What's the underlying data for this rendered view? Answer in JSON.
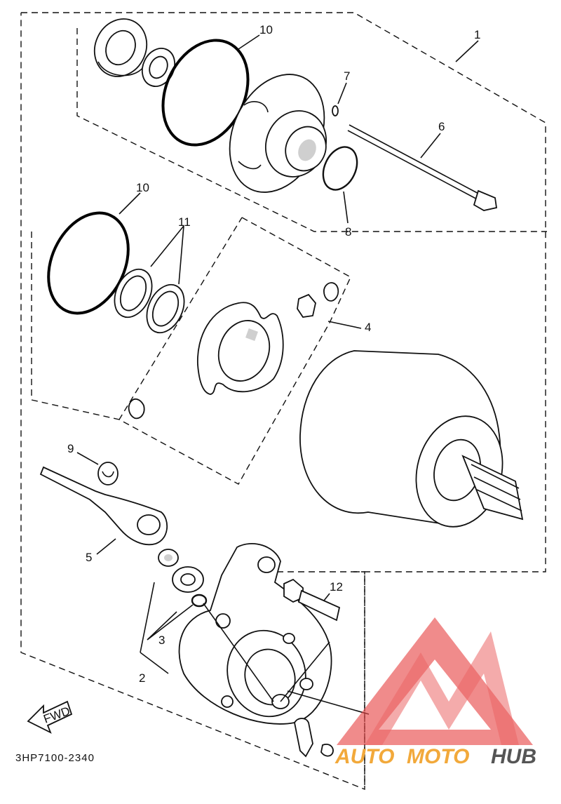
{
  "diagram": {
    "callouts": {
      "c1": "1",
      "c2": "2",
      "c3": "3",
      "c4": "4",
      "c5": "5",
      "c6": "6",
      "c7": "7",
      "c8": "8",
      "c9": "9",
      "c10a": "10",
      "c10b": "10",
      "c11": "11",
      "c12": "12"
    },
    "drawing_code": "3HP7100-2340",
    "fwd_label": "FWD"
  },
  "watermark": {
    "part1": "AUTO",
    "part2": "MOTO",
    "part3": "HUB",
    "colors": {
      "primary": "#f2a93b",
      "triangle": "#e84a4a",
      "hub": "#555555"
    }
  }
}
